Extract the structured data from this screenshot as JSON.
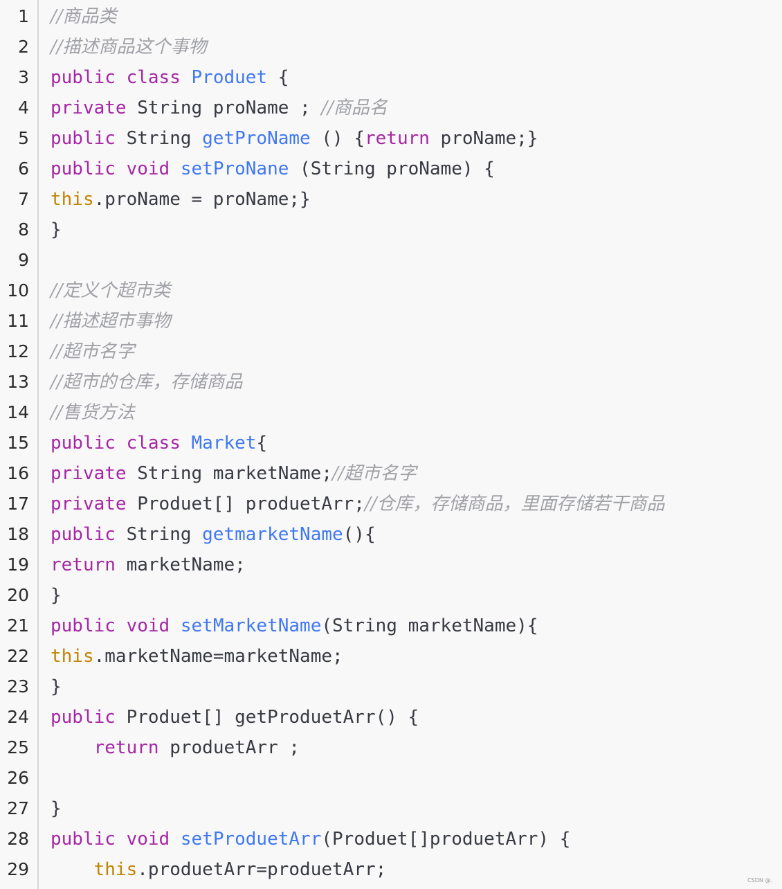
{
  "code_block": {
    "lines": [
      {
        "n": "1",
        "tokens": [
          {
            "t": "c",
            "v": "//商品类"
          }
        ]
      },
      {
        "n": "2",
        "tokens": [
          {
            "t": "c",
            "v": "//描述商品这个事物"
          }
        ]
      },
      {
        "n": "3",
        "tokens": [
          {
            "t": "k",
            "v": "public"
          },
          {
            "t": "p",
            "v": " "
          },
          {
            "t": "k",
            "v": "class"
          },
          {
            "t": "p",
            "v": " "
          },
          {
            "t": "cl",
            "v": "Produet"
          },
          {
            "t": "p",
            "v": " {"
          }
        ]
      },
      {
        "n": "4",
        "tokens": [
          {
            "t": "k",
            "v": "private"
          },
          {
            "t": "p",
            "v": " String proName ; "
          },
          {
            "t": "c",
            "v": "//商品名"
          }
        ]
      },
      {
        "n": "5",
        "tokens": [
          {
            "t": "k",
            "v": "public"
          },
          {
            "t": "p",
            "v": " String "
          },
          {
            "t": "f",
            "v": "getProName"
          },
          {
            "t": "p",
            "v": " () {"
          },
          {
            "t": "k",
            "v": "return"
          },
          {
            "t": "p",
            "v": " proName;}"
          }
        ]
      },
      {
        "n": "6",
        "tokens": [
          {
            "t": "k",
            "v": "public"
          },
          {
            "t": "p",
            "v": " "
          },
          {
            "t": "k",
            "v": "void"
          },
          {
            "t": "p",
            "v": " "
          },
          {
            "t": "f",
            "v": "setProNane"
          },
          {
            "t": "p",
            "v": " (String proName) {"
          }
        ]
      },
      {
        "n": "7",
        "tokens": [
          {
            "t": "th",
            "v": "this"
          },
          {
            "t": "p",
            "v": ".proName = proName;}"
          }
        ]
      },
      {
        "n": "8",
        "tokens": [
          {
            "t": "p",
            "v": "}"
          }
        ]
      },
      {
        "n": "9",
        "tokens": []
      },
      {
        "n": "10",
        "tokens": [
          {
            "t": "c",
            "v": "//定义个超市类"
          }
        ]
      },
      {
        "n": "11",
        "tokens": [
          {
            "t": "c",
            "v": "//描述超市事物"
          }
        ]
      },
      {
        "n": "12",
        "tokens": [
          {
            "t": "c",
            "v": "//超市名字"
          }
        ]
      },
      {
        "n": "13",
        "tokens": [
          {
            "t": "c",
            "v": "//超市的仓库，存储商品"
          }
        ]
      },
      {
        "n": "14",
        "tokens": [
          {
            "t": "c",
            "v": "//售货方法"
          }
        ]
      },
      {
        "n": "15",
        "tokens": [
          {
            "t": "k",
            "v": "public"
          },
          {
            "t": "p",
            "v": " "
          },
          {
            "t": "k",
            "v": "class"
          },
          {
            "t": "p",
            "v": " "
          },
          {
            "t": "cl",
            "v": "Market"
          },
          {
            "t": "p",
            "v": "{"
          }
        ]
      },
      {
        "n": "16",
        "tokens": [
          {
            "t": "k",
            "v": "private"
          },
          {
            "t": "p",
            "v": " String marketName;"
          },
          {
            "t": "c",
            "v": "//超市名字"
          }
        ]
      },
      {
        "n": "17",
        "tokens": [
          {
            "t": "k",
            "v": "private"
          },
          {
            "t": "p",
            "v": " Produet[] produetArr;"
          },
          {
            "t": "c",
            "v": "//仓库，存储商品，里面存储若干商品"
          }
        ]
      },
      {
        "n": "18",
        "tokens": [
          {
            "t": "k",
            "v": "public"
          },
          {
            "t": "p",
            "v": " String "
          },
          {
            "t": "f",
            "v": "getmarketName"
          },
          {
            "t": "p",
            "v": "(){"
          }
        ]
      },
      {
        "n": "19",
        "tokens": [
          {
            "t": "k",
            "v": "return"
          },
          {
            "t": "p",
            "v": " marketName;"
          }
        ]
      },
      {
        "n": "20",
        "tokens": [
          {
            "t": "p",
            "v": "}"
          }
        ]
      },
      {
        "n": "21",
        "tokens": [
          {
            "t": "k",
            "v": "public"
          },
          {
            "t": "p",
            "v": " "
          },
          {
            "t": "k",
            "v": "void"
          },
          {
            "t": "p",
            "v": " "
          },
          {
            "t": "f",
            "v": "setMarketName"
          },
          {
            "t": "p",
            "v": "(String marketName){"
          }
        ]
      },
      {
        "n": "22",
        "tokens": [
          {
            "t": "th",
            "v": "this"
          },
          {
            "t": "p",
            "v": ".marketName=marketName;"
          }
        ]
      },
      {
        "n": "23",
        "tokens": [
          {
            "t": "p",
            "v": "}"
          }
        ]
      },
      {
        "n": "24",
        "tokens": [
          {
            "t": "k",
            "v": "public"
          },
          {
            "t": "p",
            "v": " Produet[] getProduetArr() {"
          }
        ]
      },
      {
        "n": "25",
        "tokens": [
          {
            "t": "p",
            "v": "    "
          },
          {
            "t": "k",
            "v": "return"
          },
          {
            "t": "p",
            "v": " produetArr ;"
          }
        ]
      },
      {
        "n": "26",
        "tokens": []
      },
      {
        "n": "27",
        "tokens": [
          {
            "t": "p",
            "v": "}"
          }
        ]
      },
      {
        "n": "28",
        "tokens": [
          {
            "t": "k",
            "v": "public"
          },
          {
            "t": "p",
            "v": " "
          },
          {
            "t": "k",
            "v": "void"
          },
          {
            "t": "p",
            "v": " "
          },
          {
            "t": "f",
            "v": "setProduetArr"
          },
          {
            "t": "p",
            "v": "(Produet[]produetArr) {"
          }
        ]
      },
      {
        "n": "29",
        "tokens": [
          {
            "t": "p",
            "v": "    "
          },
          {
            "t": "th",
            "v": "this"
          },
          {
            "t": "p",
            "v": ".produetArr=produetArr;"
          }
        ]
      }
    ]
  },
  "colors": {
    "background": "#f8f8f8",
    "comment": "#a0a1a7",
    "keyword": "#a626a4",
    "class_name": "#4078f2",
    "function_name": "#4078f2",
    "this_keyword": "#c18401",
    "plain": "#383a42",
    "gutter_border": "#d6d6d6"
  },
  "watermark": {
    "text": "CSDN @."
  }
}
